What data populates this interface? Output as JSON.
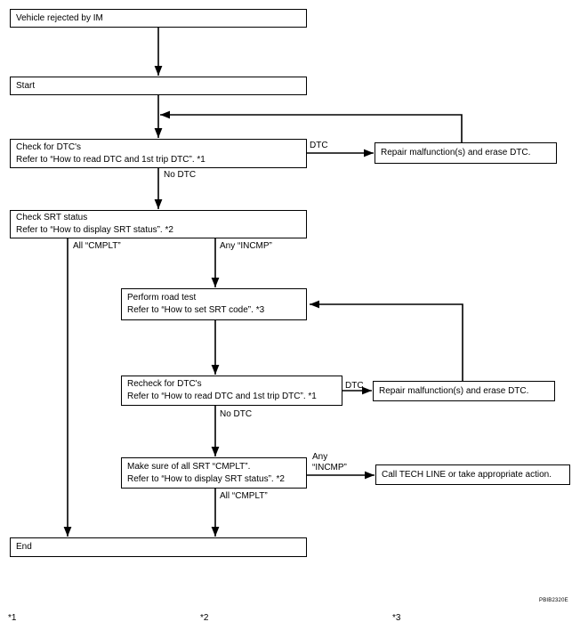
{
  "boxes": {
    "rejected": [
      "Vehicle rejected by IM"
    ],
    "start": [
      "Start"
    ],
    "check_dtc": [
      "Check for DTC's",
      "Refer to “How to read DTC and 1st trip DTC”. *1"
    ],
    "repair1": [
      "Repair malfunction(s) and erase DTC."
    ],
    "check_srt": [
      "Check SRT status",
      "Refer to “How to display SRT status”. *2"
    ],
    "road_test": [
      "Perform road test",
      "Refer to “How to set SRT code”. *3"
    ],
    "recheck_dtc": [
      "Recheck for DTC's",
      "Refer to “How to read DTC and 1st trip DTC”. *1"
    ],
    "repair2": [
      "Repair malfunction(s) and erase DTC."
    ],
    "make_sure": [
      "Make sure of all SRT “CMPLT”.",
      "Refer to “How to display SRT status”. *2"
    ],
    "call": [
      "Call TECH LINE or take appropriate action."
    ],
    "end": [
      "End"
    ]
  },
  "labels": {
    "dtc1": "DTC",
    "no_dtc1": "No DTC",
    "all_cmplt1": "All “CMPLT”",
    "any_incmp1": "Any “INCMP”",
    "dtc2": "DTC",
    "no_dtc2": "No DTC",
    "any_incmp2_line1": "Any",
    "any_incmp2_line2": "“INCMP”",
    "all_cmplt2": "All “CMPLT”"
  },
  "footnotes": [
    "*1",
    "*2",
    "*3"
  ],
  "figure_code": "PBIB2320E"
}
